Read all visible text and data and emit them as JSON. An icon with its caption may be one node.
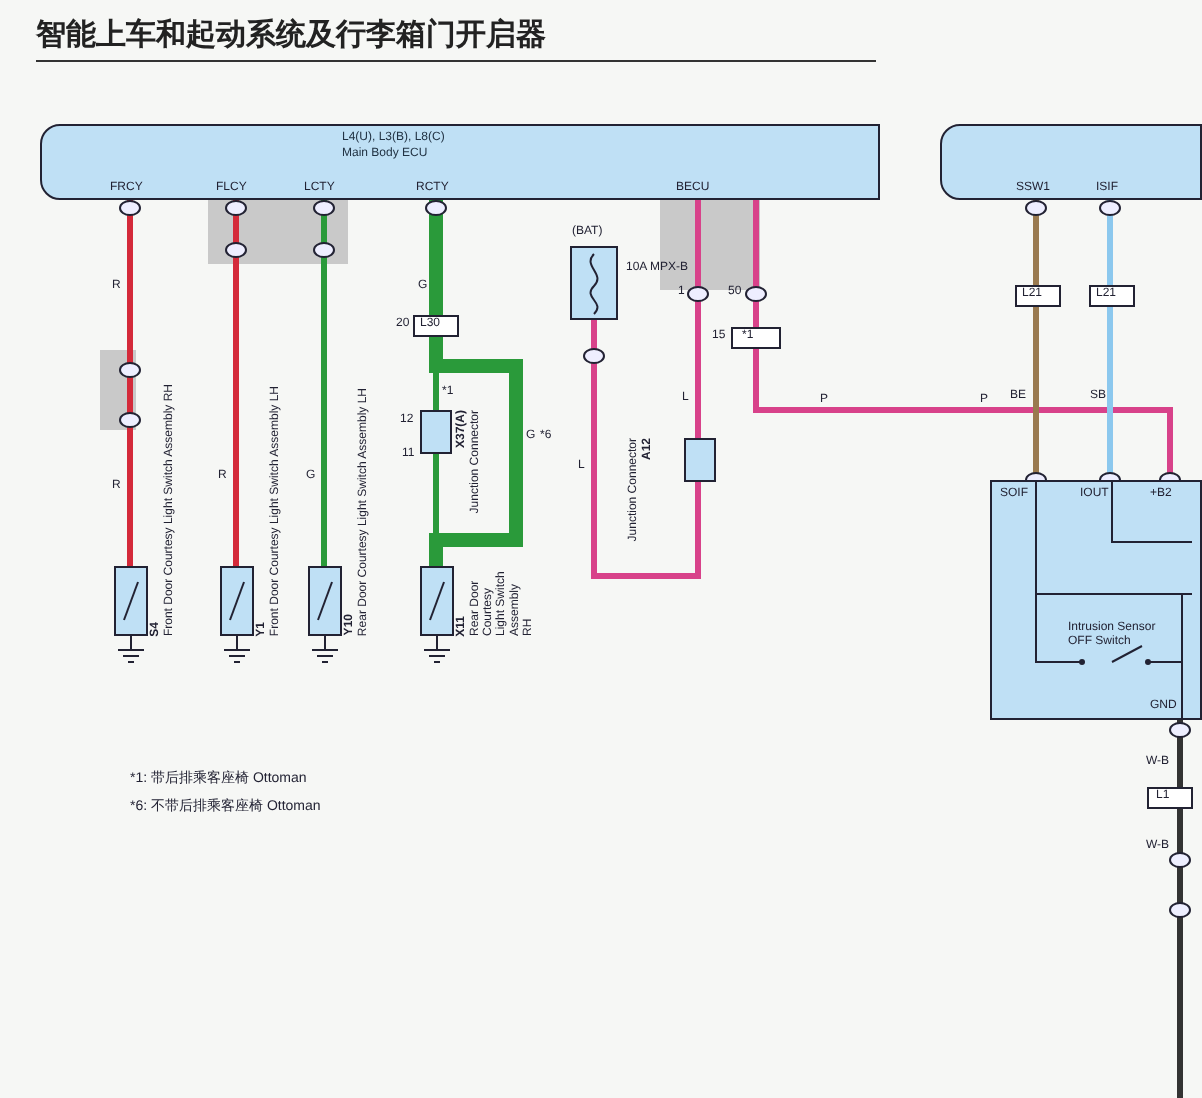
{
  "diagram": {
    "title": "智能上车和起动系统及行李箱门开启器",
    "nodes": [
      {
        "text": [
          "L4(U), L3(B), L8(C)",
          "Main Body ECU"
        ]
      },
      {
        "text": [
          "S4",
          "Front Door Courtesy Light Switch Assembly RH"
        ]
      },
      {
        "text": [
          "Y1",
          "Front Door Courtesy Light Switch Assembly LH"
        ]
      },
      {
        "text": [
          "Y10",
          "Rear Door Courtesy Light Switch Assembly LH"
        ]
      },
      {
        "text": [
          "X11",
          "Rear Door Courtesy Light Switch Assembly RH"
        ]
      },
      {
        "text": [
          "10A MPX-B"
        ],
        "beside": [
          "(BAT)"
        ]
      },
      {
        "text": [
          "X37(A)",
          "Junction Connector"
        ]
      },
      {
        "text": [
          "A12",
          "Junction Connector"
        ]
      },
      {
        "text": [],
        "shape": "box"
      },
      {
        "text": [
          "Intrusion Sensor OFF Switch"
        ]
      }
    ],
    "edges": [
      {
        "from": 0,
        "to": 1,
        "arrow": "none",
        "color": "#d42a3a"
      },
      {
        "from": 0,
        "to": 2,
        "arrow": "none",
        "color": "#d42a3a"
      },
      {
        "from": 0,
        "to": 3,
        "arrow": "none",
        "color": "#2a9a3a"
      },
      {
        "from": 0,
        "to": 6,
        "arrow": "none",
        "color": "#2a9a3a"
      },
      {
        "from": 6,
        "to": 4,
        "arrow": "none",
        "color": "#2a9a3a"
      },
      {
        "from": 0,
        "to": 4,
        "arrow": "none",
        "style": "thick",
        "color": "#2a9a3a"
      },
      {
        "from": 5,
        "to": 7,
        "arrow": "none",
        "color": "#d8428a"
      },
      {
        "from": 0,
        "to": 7,
        "arrow": "none",
        "color": "#d8428a"
      },
      {
        "from": 0,
        "to": 9,
        "arrow": "none",
        "color": "#d8428a"
      },
      {
        "from": 8,
        "to": 9,
        "arrow": "none",
        "color": "#9a7a50"
      },
      {
        "from": 8,
        "to": 9,
        "arrow": "none",
        "color": "#8cc8ee"
      },
      {
        "from": 9,
        "to": null,
        "arrow": "none",
        "color": "#333333"
      }
    ],
    "labels": [
      "FRCY",
      "FLCY",
      "LCTY",
      "RCTY",
      "BECU",
      "SSW1",
      "ISIF",
      "R",
      "R",
      "G",
      "G",
      "20",
      "L30",
      "R",
      "12",
      "11",
      "*1",
      "G",
      "*6",
      "L",
      "L",
      "1",
      "50",
      "15",
      "*1",
      "P",
      "L21",
      "L21",
      "P",
      "BE",
      "SB",
      "SOIF",
      "IOUT",
      "+B2",
      "GND",
      "W-B",
      "L1",
      "W-B",
      "*1: 带后排乘客座椅 Ottoman",
      "*6: 不带后排乘客座椅 Ottoman"
    ]
  }
}
